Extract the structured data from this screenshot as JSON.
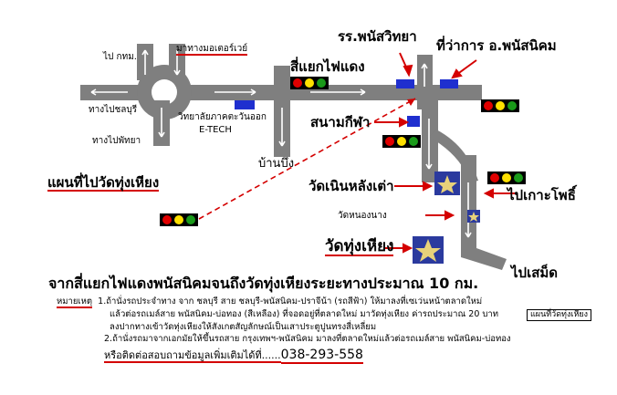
{
  "labels": {
    "rs_school": "รร.พนัสวิทยา",
    "district_office": "ที่ว่าการ อ.พนัสนิคม",
    "go_kkm": "ไป กทม.",
    "motorway": "มาทางมอเตอร์เวย์",
    "junction": "สี่แยกไฟแดง",
    "to_chonburi": "ทางไปชลบุรี",
    "vocational_college": "วิทยาลัยภาคตะวันออก",
    "etech": "E-TECH",
    "to_pattaya": "ทางไปพัทยา",
    "ban_bueng": "บ้านบึง",
    "stadium": "สนามกีฬา",
    "map_title": "แผนที่ไปวัดทุ่งเหียง",
    "wat_noen_lang_tao": "วัดเนินหลังเต่า",
    "to_ko_pho": "ไปเกาะโพธิ์",
    "wat_nong_nang": "วัดหนองนาง",
    "wat_thung_hiang": "วัดทุ่งเหียง",
    "to_saet": "ไปเสม็ด",
    "distance_note": "จากสี่แยกไฟแดงพนัสนิคมจนถึงวัดทุ่งเหียงระยะทางประมาณ 10 กม.",
    "side_box": "แผนที่วัดทุ่งเหียง"
  },
  "notes": {
    "heading": "หมายเหตุ",
    "line1": "1.ถ้านั่งรถประจำทาง จาก ชลบุรี สาย ชลบุรี-พนัสนิคม-ปราจีน้า (รถสีฟ้า) ให้มาลงที่เซเว่นหน้าตลาดใหม่",
    "line2": "แล้วต่อรถเมล์สาย พนัสนิคม-บ่อทอง (สีเหลือง) ที่จอดอยู่ที่ตลาดใหม่ มาวัดทุ่งเหียง ค่ารถประมาณ 20 บาท",
    "line3": "ลงปากทางเข้าวัดทุ่งเหียงให้สังเกตสัญลักษณ์เป็นเสาประตูปูนทรงสี่เหลี่ยม",
    "line4": "2.ถ้านั่งรถมาจากเอกมัยให้ขึ้นรถสาย กรุงเทพฯ-พนัสนิคม มาลงที่ตลาดใหม่แล้วต่อรถเมล์สาย พนัสนิคม-บ่อทอง",
    "contact_prefix": "หรือติดต่อสอบถามข้อมูลเพิ่มเติมได้ที่......",
    "phone": "038-293-558"
  },
  "colors": {
    "road": "#7f7f7f",
    "accent_red": "#d40000",
    "building_blue": "#1f2fcf",
    "temple_blue": "#2b3a9e",
    "star_gold": "#e8d27a",
    "light_red": "#e00000",
    "light_yellow": "#ffe000",
    "light_green": "#1a9a1a"
  }
}
